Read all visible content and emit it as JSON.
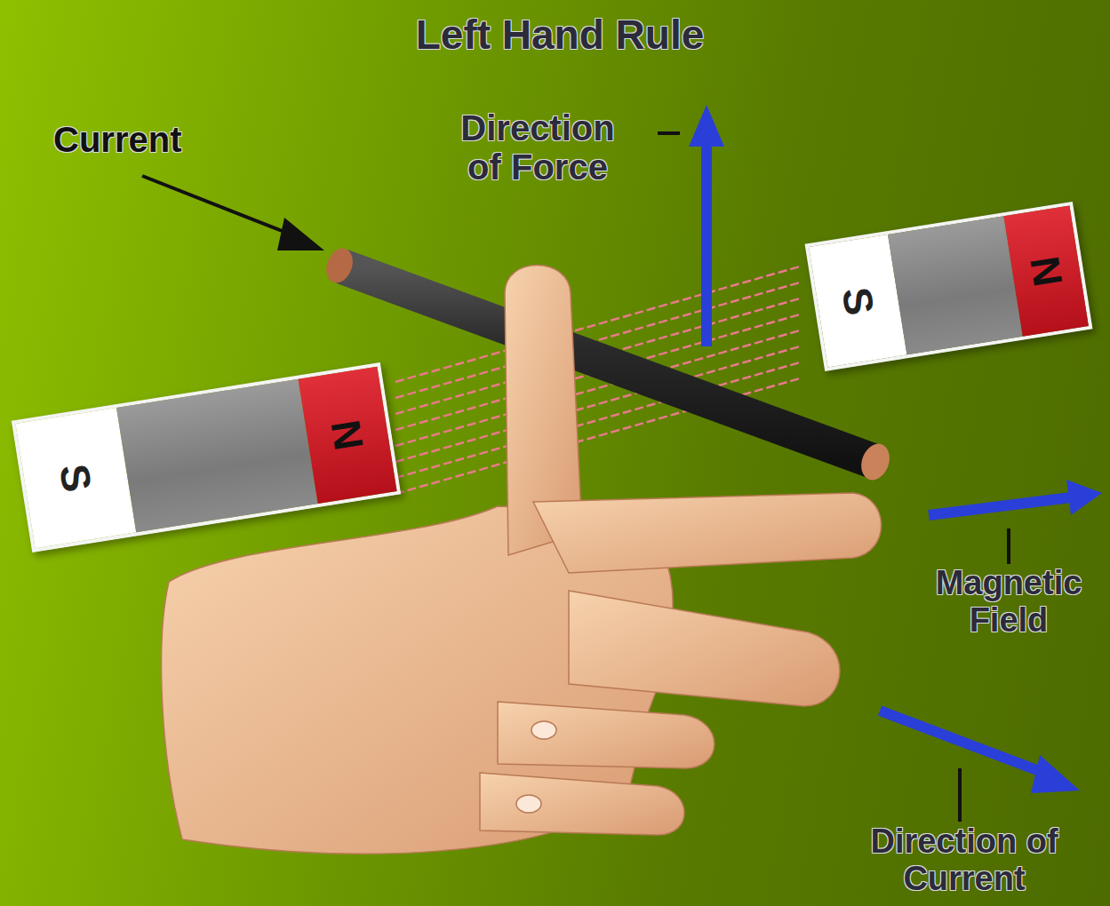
{
  "diagram": {
    "title": "Left Hand Rule",
    "nodes": [
      {
        "text": [
          "S"
        ]
      },
      {
        "text": [
          "N"
        ]
      },
      {
        "text": [
          "S"
        ]
      },
      {
        "text": [
          "N"
        ]
      }
    ],
    "labels": [
      "Current",
      "Direction of Force",
      "Magnetic Field",
      "Direction of Current"
    ]
  }
}
